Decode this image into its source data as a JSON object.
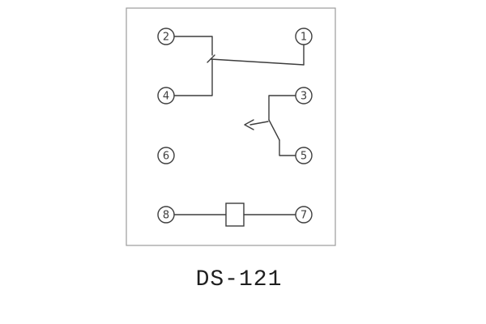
{
  "title": "DS-121",
  "terminals": {
    "t1": "1",
    "t2": "2",
    "t3": "3",
    "t4": "4",
    "t5": "5",
    "t6": "6",
    "t7": "7",
    "t8": "8"
  },
  "colors": {
    "line": "#3d3d3d",
    "border": "#9b9b9b",
    "background": "#ffffff"
  }
}
